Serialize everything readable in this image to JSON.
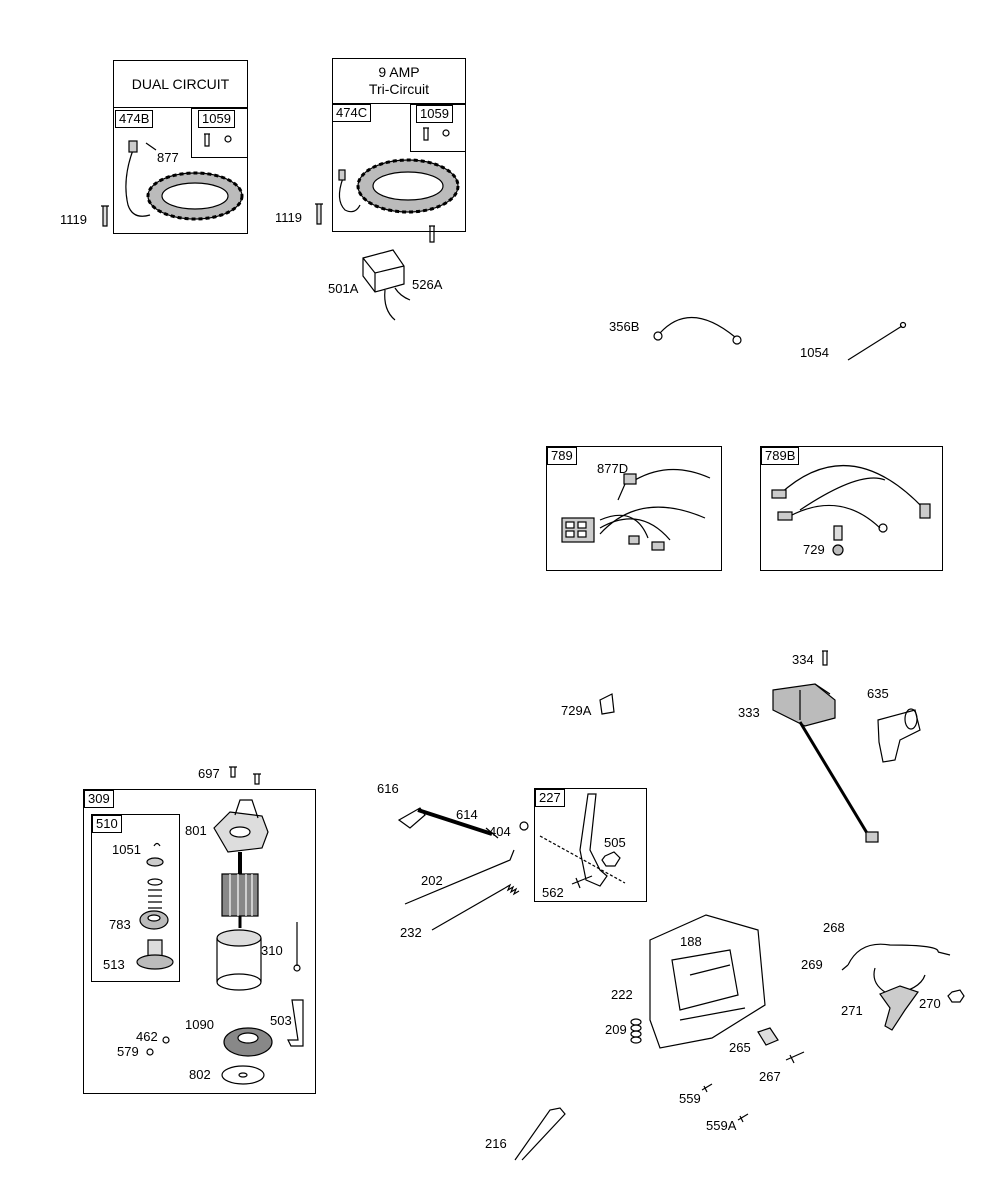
{
  "groups": {
    "g474B": {
      "title": "DUAL CIRCUIT",
      "code": "474B",
      "sub": "1059"
    },
    "g474C": {
      "title_line1": "9  AMP",
      "title_line2": "Tri-Circuit",
      "code": "474C",
      "sub": "1059"
    },
    "g789": "789",
    "g789B": "789B",
    "g309": "309",
    "g510": "510",
    "g227": "227"
  },
  "labels": {
    "p877": "877",
    "p1119a": "1119",
    "p1119b": "1119",
    "p501A": "501A",
    "p526A": "526A",
    "p356B": "356B",
    "p1054": "1054",
    "p877D": "877D",
    "p729": "729",
    "p334": "334",
    "p635": "635",
    "p333": "333",
    "p729A": "729A",
    "p697": "697",
    "p801": "801",
    "p1051": "1051",
    "p783": "783",
    "p310": "310",
    "p513": "513",
    "p1090": "1090",
    "p503": "503",
    "p462": "462",
    "p579": "579",
    "p802": "802",
    "p616": "616",
    "p614": "614",
    "p404": "404",
    "p505": "505",
    "p562": "562",
    "p202": "202",
    "p232": "232",
    "p188": "188",
    "p268": "268",
    "p269": "269",
    "p222": "222",
    "p209": "209",
    "p271": "271",
    "p270": "270",
    "p265": "265",
    "p267": "267",
    "p559": "559",
    "p559A": "559A",
    "p216": "216"
  }
}
